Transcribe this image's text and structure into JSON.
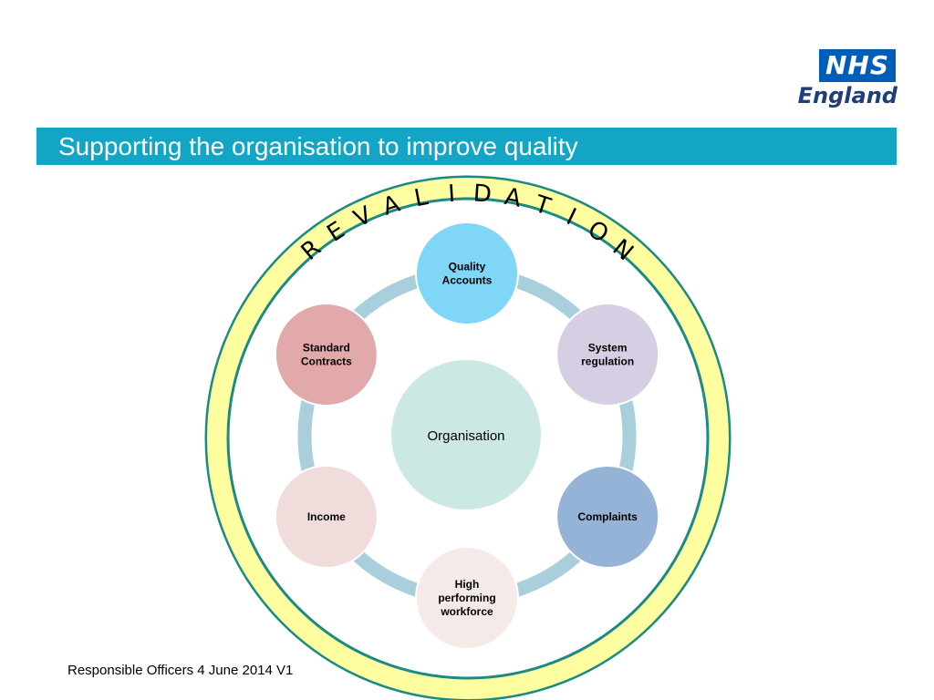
{
  "logo": {
    "primary": "NHS",
    "secondary": "England"
  },
  "title": "Supporting the organisation to improve quality",
  "ring_word": "REVALIDATION",
  "center": {
    "label": "Organisation"
  },
  "nodes": [
    {
      "label": "Quality\nAccounts",
      "fill": "#7fd6f7"
    },
    {
      "label": "System\nregulation",
      "fill": "#d6cfe3"
    },
    {
      "label": "Complaints",
      "fill": "#95b3d7"
    },
    {
      "label": "High\nperforming\nworkforce",
      "fill": "#f4ebe9"
    },
    {
      "label": "Income",
      "fill": "#f1dcdc"
    },
    {
      "label": "Standard\nContracts",
      "fill": "#e1a9a9"
    }
  ],
  "colors": {
    "title_bar": "#12a5c6",
    "outer_ring": "#fefea0",
    "ring_border": "#1a8a85",
    "connector": "#a9cfdc",
    "center_fill": "#cce8e4"
  },
  "footer": "Responsible Officers 4 June 2014 V1"
}
